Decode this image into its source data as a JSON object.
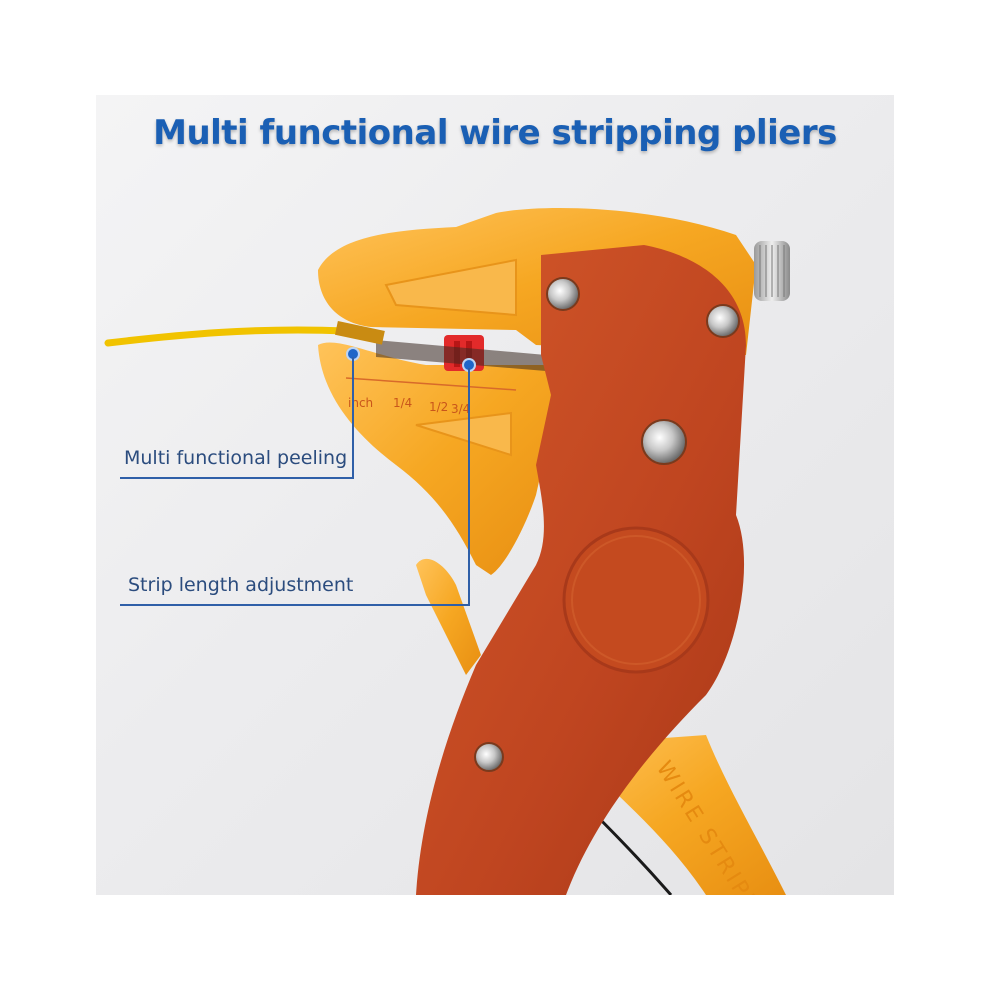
{
  "title": "Multi functional wire stripping pliers",
  "callouts": [
    {
      "label": "Multi functional peeling"
    },
    {
      "label": "Strip length adjustment"
    }
  ],
  "scale": {
    "inch": "inch",
    "quarter": "1/4",
    "half": "1/2",
    "three_quarter": "3/4"
  },
  "handle_text": "WIRE STRIPPER",
  "colors": {
    "title": "#1a5fb4",
    "body_orange_red": "#c4481f",
    "yellow_orange": "#f4a51c",
    "callout_line": "#2f5fa8"
  }
}
